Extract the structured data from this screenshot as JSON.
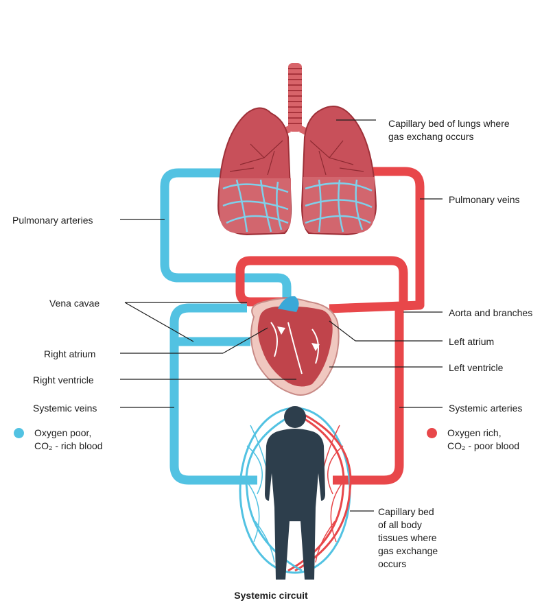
{
  "labels": {
    "capillary_lungs": "Capillary bed of lungs where",
    "capillary_lungs_2": "gas exchang occurs",
    "pulmonary_veins": "Pulmonary veins",
    "pulmonary_arteries": "Pulmonary arteries",
    "vena_cavae": "Vena cavae",
    "aorta": "Aorta and branches",
    "left_atrium": "Left atrium",
    "right_atrium": "Right atrium",
    "left_ventricle": "Left ventricle",
    "right_ventricle": "Right ventricle",
    "systemic_veins": "Systemic veins",
    "systemic_arteries": "Systemic arteries",
    "capillary_body_1": "Capillary bed",
    "capillary_body_2": "of all body",
    "capillary_body_3": "tissues where",
    "capillary_body_4": "gas exchange",
    "capillary_body_5": "occurs"
  },
  "legend": {
    "oxygen_poor_line1": "Oxygen poor,",
    "oxygen_poor_line2": "CO₂ - rich blood",
    "oxygen_rich_line1": "Oxygen rich,",
    "oxygen_rich_line2": "CO₂ - poor blood"
  },
  "footer": "Systemic circuit",
  "colors": {
    "oxygen_poor": "#52c2e2",
    "oxygen_rich": "#e8474a",
    "lung": "#c8505a",
    "heart": "#c0444b",
    "body": "#2d3e4c"
  }
}
